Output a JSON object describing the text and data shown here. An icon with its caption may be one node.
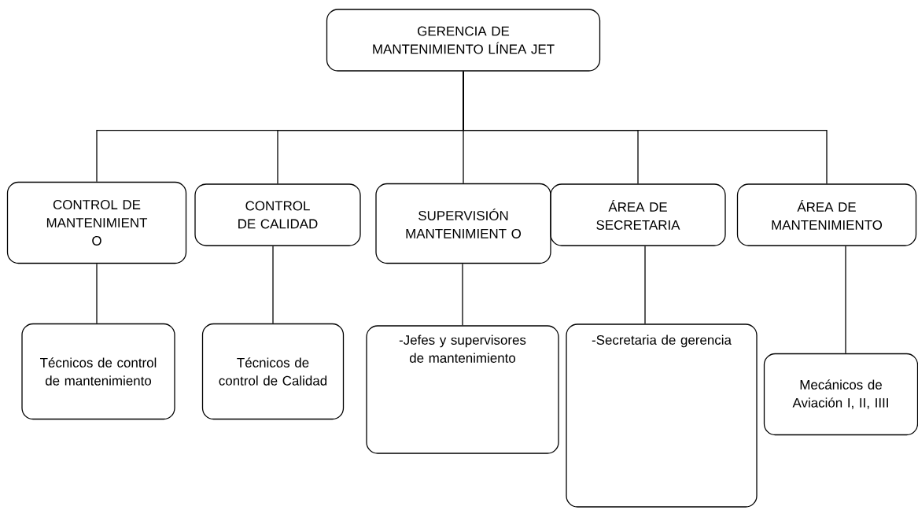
{
  "diagram": {
    "nodes": [
      {
        "text": [
          "GERENCIA DE MANTENIMIENTO LÍNEA JET"
        ]
      },
      {
        "text": [
          "CONTROL DE MANTENIMIENT O"
        ]
      },
      {
        "text": [
          "CONTROL DE CALIDAD"
        ]
      },
      {
        "text": [
          "SUPERVISIÓN MANTENIMIENT O"
        ]
      },
      {
        "text": [
          "ÁREA DE SECRETARIA"
        ]
      },
      {
        "text": [
          "ÁREA DE MANTENIMIENTO"
        ]
      },
      {
        "text": [
          "Técnicos de control de mantenimiento"
        ]
      },
      {
        "text": [
          "Técnicos de control de Calidad"
        ]
      },
      {
        "text": [
          "-Jefes y supervisores de mantenimiento"
        ]
      },
      {
        "text": [
          "-Secretaria de gerencia"
        ]
      },
      {
        "text": [
          "Mecánicos de Aviación I, II, IIII"
        ]
      }
    ],
    "edges": [
      {
        "from": 0,
        "to": 1,
        "arrow": "none"
      },
      {
        "from": 0,
        "to": 2,
        "arrow": "none"
      },
      {
        "from": 0,
        "to": 3,
        "arrow": "none"
      },
      {
        "from": 0,
        "to": 4,
        "arrow": "none"
      },
      {
        "from": 0,
        "to": 5,
        "arrow": "none"
      },
      {
        "from": 1,
        "to": 6,
        "arrow": "none"
      },
      {
        "from": 2,
        "to": 7,
        "arrow": "none"
      },
      {
        "from": 3,
        "to": 8,
        "arrow": "none"
      },
      {
        "from": 4,
        "to": 9,
        "arrow": "none"
      },
      {
        "from": 5,
        "to": 10,
        "arrow": "none"
      }
    ]
  }
}
